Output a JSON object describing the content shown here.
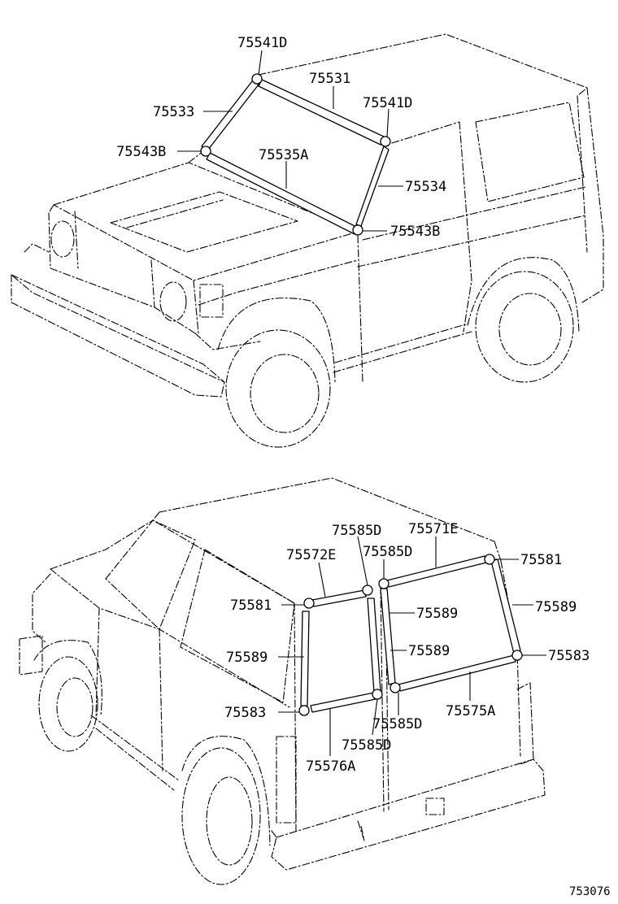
{
  "figure_number": "753076",
  "front_view": {
    "callouts": [
      {
        "id": "c1",
        "label": "75541D"
      },
      {
        "id": "c2",
        "label": "75531"
      },
      {
        "id": "c3",
        "label": "75533"
      },
      {
        "id": "c4",
        "label": "75541D"
      },
      {
        "id": "c5",
        "label": "75543B"
      },
      {
        "id": "c6",
        "label": "75535A"
      },
      {
        "id": "c7",
        "label": "75534"
      },
      {
        "id": "c8",
        "label": "75543B"
      }
    ]
  },
  "rear_view": {
    "callouts": [
      {
        "id": "r1",
        "label": "75585D"
      },
      {
        "id": "r2",
        "label": "75571E"
      },
      {
        "id": "r3",
        "label": "75572E"
      },
      {
        "id": "r4",
        "label": "75585D"
      },
      {
        "id": "r5",
        "label": "75581"
      },
      {
        "id": "r6",
        "label": "75581"
      },
      {
        "id": "r7",
        "label": "75589"
      },
      {
        "id": "r8",
        "label": "75589"
      },
      {
        "id": "r9",
        "label": "75589"
      },
      {
        "id": "r10",
        "label": "75589"
      },
      {
        "id": "r11",
        "label": "75583"
      },
      {
        "id": "r12",
        "label": "75583"
      },
      {
        "id": "r13",
        "label": "75575A"
      },
      {
        "id": "r14",
        "label": "75585D"
      },
      {
        "id": "r15",
        "label": "75585D"
      },
      {
        "id": "r16",
        "label": "75576A"
      }
    ]
  }
}
